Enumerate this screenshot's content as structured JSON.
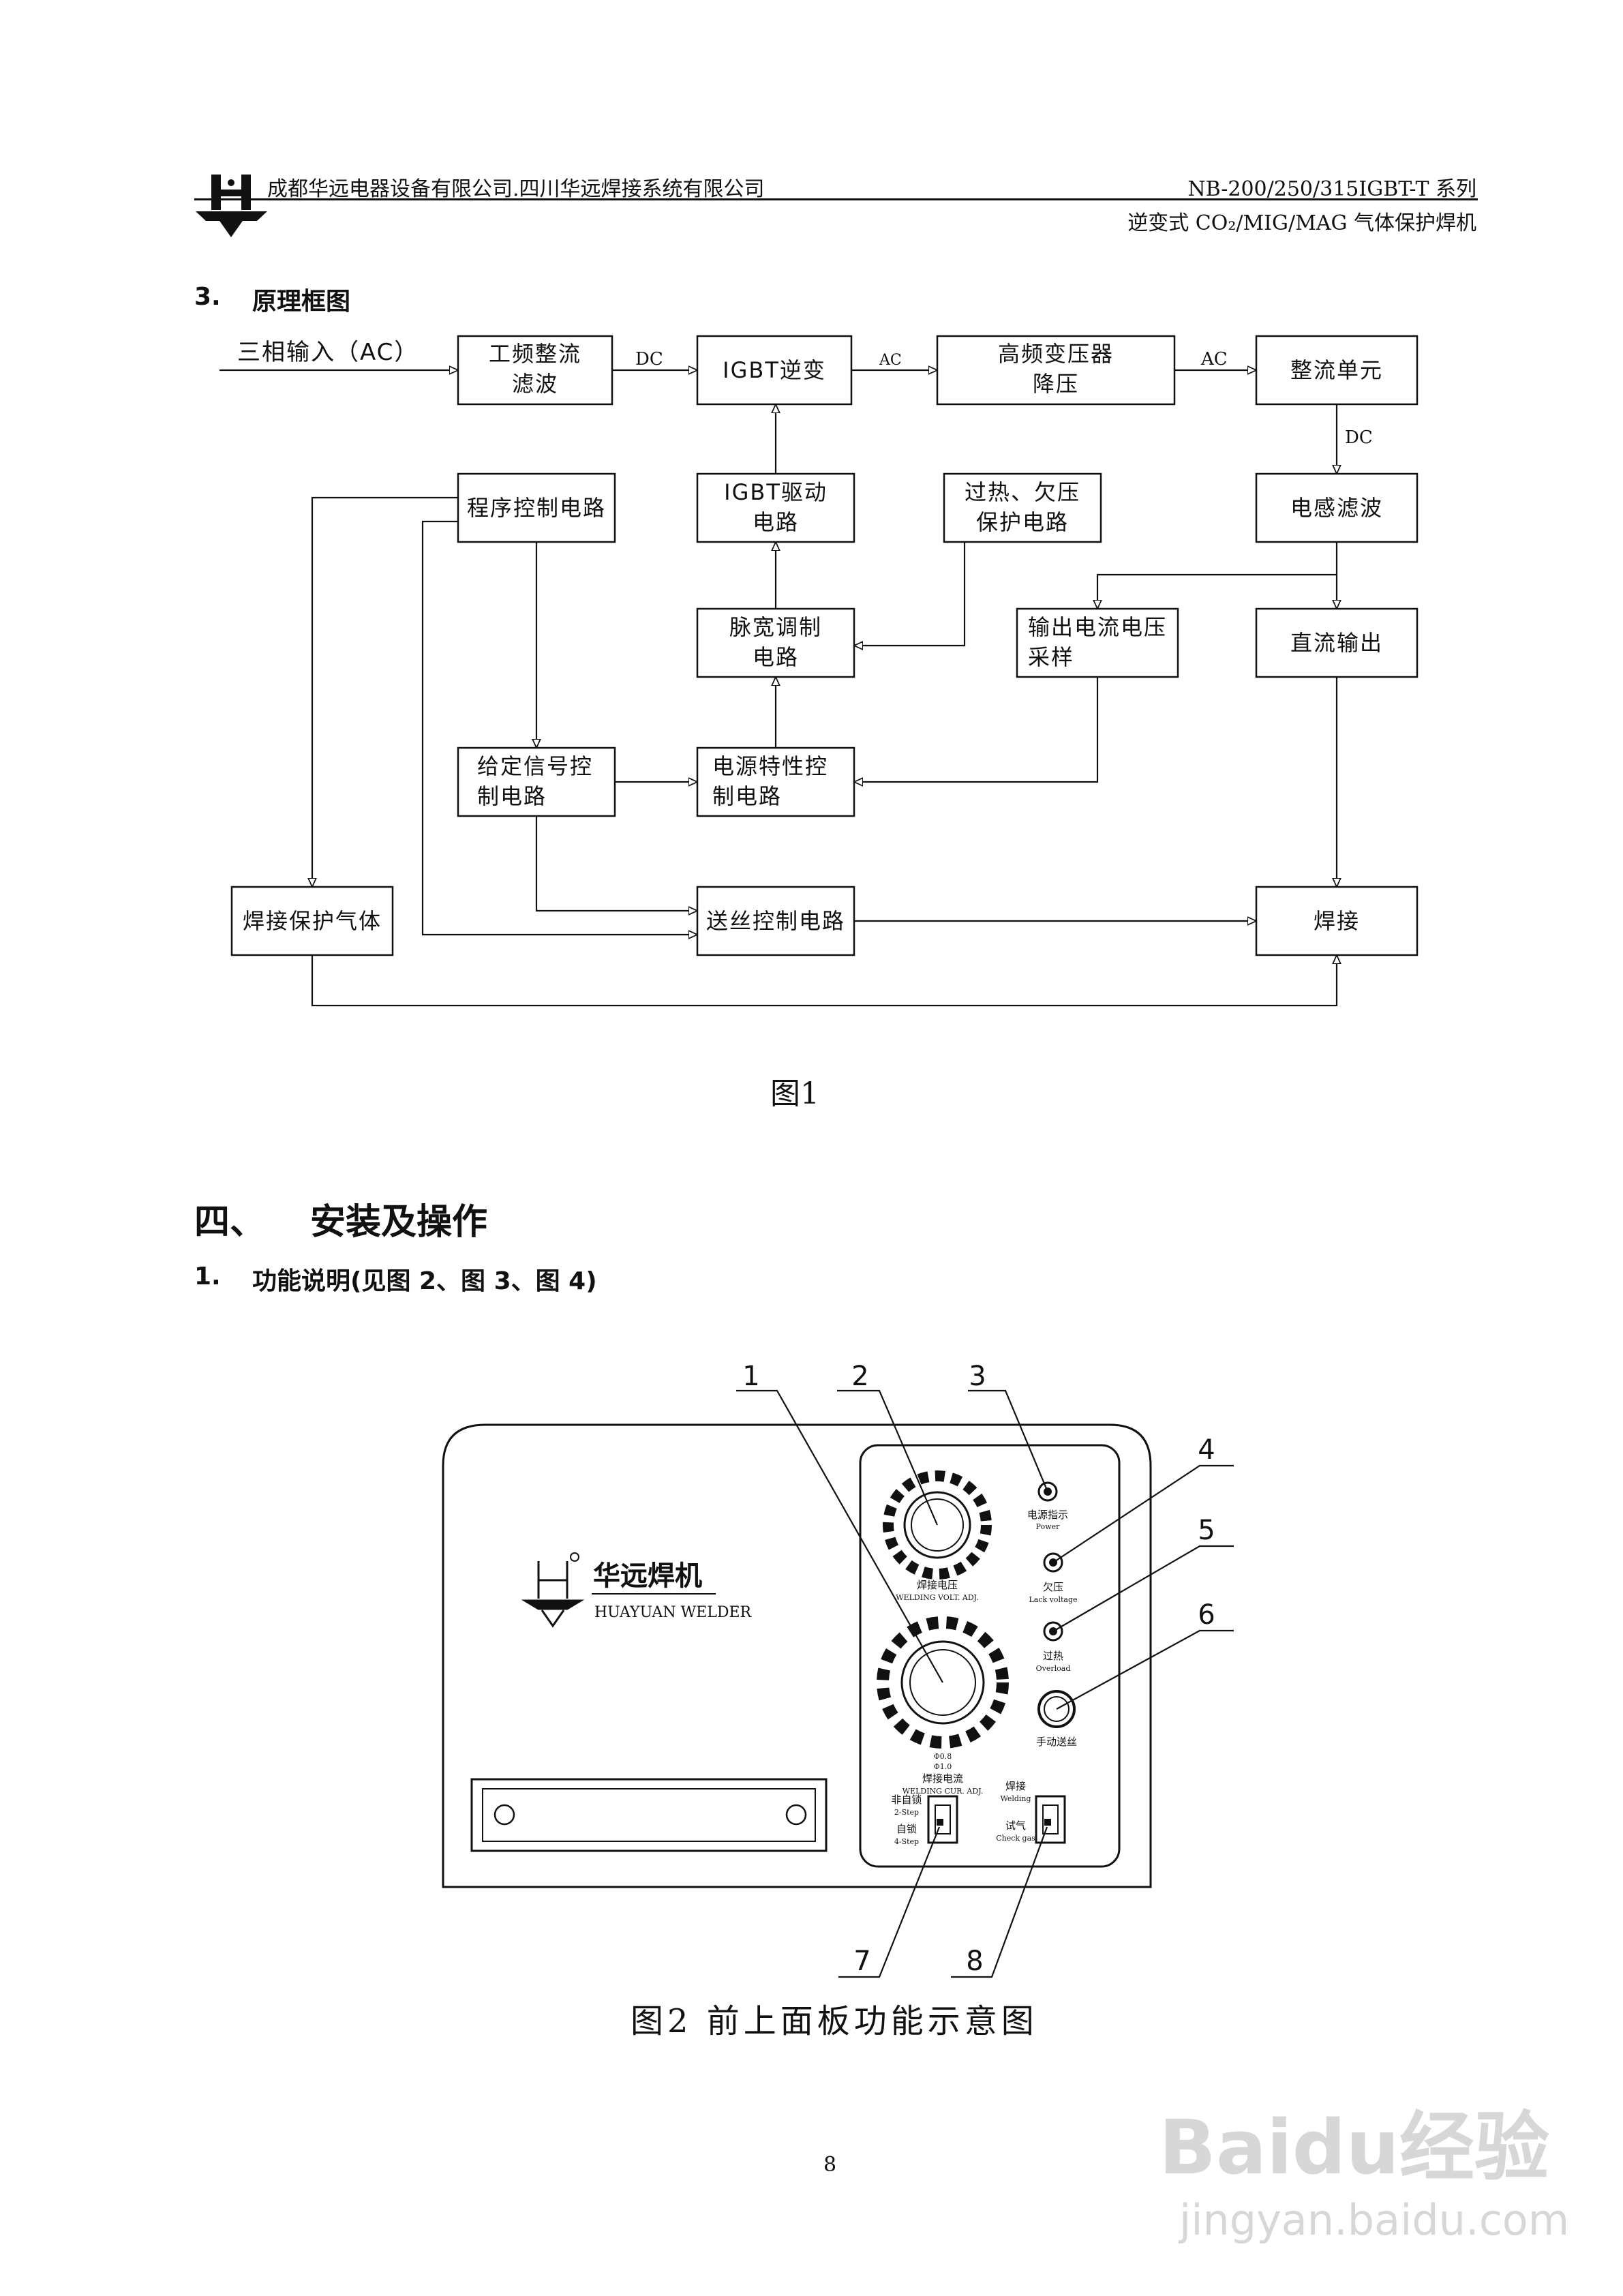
{
  "header": {
    "company": "成都华远电器设备有限公司.四川华远焊接系统有限公司",
    "series": "NB-200/250/315IGBT-T 系列",
    "product": "逆变式 CO₂/MIG/MAG 气体保护焊机"
  },
  "section3": {
    "num": "3.",
    "title": "原理框图"
  },
  "block_diagram": {
    "input": "三相输入（AC）",
    "boxes": {
      "rectifier": [
        "工频整流",
        "滤波"
      ],
      "igbt_inverter": [
        "IGBT逆变"
      ],
      "hf_transformer": [
        "高频变压器",
        "降压"
      ],
      "rect_unit": [
        "整流单元"
      ],
      "program_ctrl": [
        "程序控制电路"
      ],
      "igbt_drive": [
        "IGBT驱动",
        "电路"
      ],
      "overheat": [
        "过热、欠压",
        "保护电路"
      ],
      "inductor": [
        "电感滤波"
      ],
      "pwm": [
        "脉宽调制",
        "电路"
      ],
      "sampling": [
        "输出电流电压",
        "采样"
      ],
      "dc_out": [
        "直流输出"
      ],
      "given_signal": [
        "给定信号控",
        "制电路"
      ],
      "power_char": [
        "电源特性控",
        "制电路"
      ],
      "gas": [
        "焊接保护气体"
      ],
      "wire_feed": [
        "送丝控制电路"
      ],
      "welding": [
        "焊接"
      ]
    },
    "edge_labels": {
      "dc1": "DC",
      "ac1": "AC",
      "ac2": "AC",
      "dc2": "DC"
    }
  },
  "fig1_caption": "图1",
  "chapter4": {
    "num": "四、",
    "title": "安装及操作"
  },
  "section1": {
    "num": "1.",
    "title": "功能说明(见图 2、图 3、图 4)"
  },
  "panel": {
    "callouts": [
      "1",
      "2",
      "3",
      "4",
      "5",
      "6",
      "7",
      "8"
    ],
    "logo_cn": "华远焊机",
    "logo_en": "HUAYUAN WELDER",
    "volt_cn": "焊接电压",
    "volt_en": "WELDING VOLT. ADJ.",
    "cur_cn": "焊接电流",
    "cur_en": "WELDING CUR. ADJ.",
    "cur_sub1": "Φ0.8",
    "cur_sub2": "Φ1.0",
    "power_cn": "电源指示",
    "power_en": "Power",
    "lack_cn": "欠压",
    "lack_en": "Lack voltage",
    "over_cn": "过热",
    "over_en": "Overload",
    "manual_cn": "手动送丝",
    "sw7_top_cn": "非自锁",
    "sw7_top_en": "2-Step",
    "sw7_bot_cn": "自锁",
    "sw7_bot_en": "4-Step",
    "sw8_top_cn": "焊接",
    "sw8_top_en": "Welding",
    "sw8_bot_cn": "试气",
    "sw8_bot_en": "Check gas"
  },
  "fig2_caption": "图2 前上面板功能示意图",
  "page_number": "8",
  "watermark": {
    "brand": "Baidu经验",
    "url": "jingyan.baidu.com"
  }
}
